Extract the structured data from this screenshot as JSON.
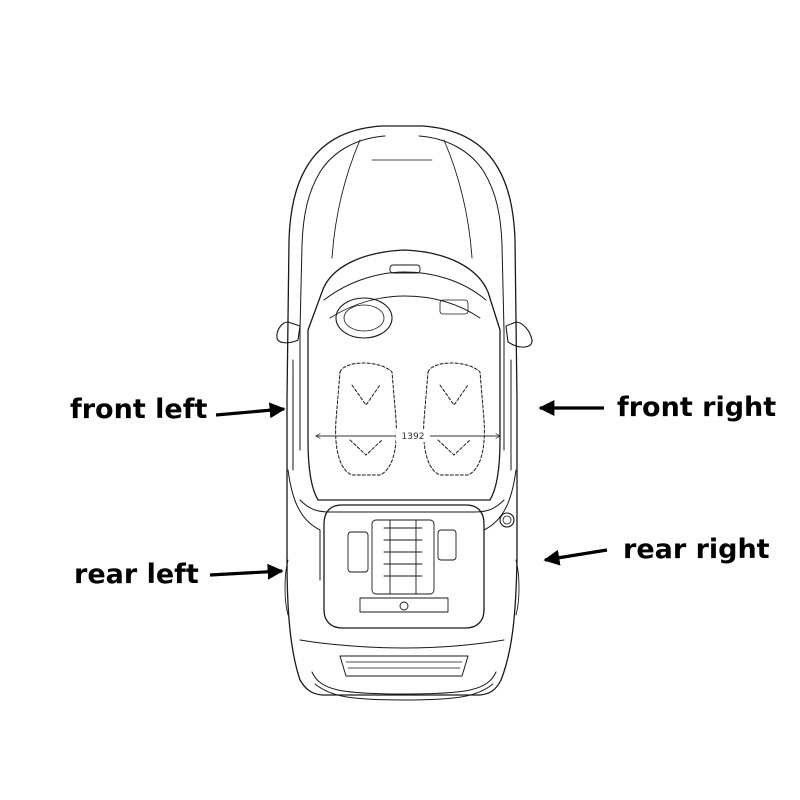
{
  "labels": {
    "front_left": "front left",
    "front_right": "front right",
    "rear_left": "rear left",
    "rear_right": "rear right"
  },
  "dimension": {
    "track_width": "1392"
  },
  "colors": {
    "line": "#1a1a1a",
    "arrow": "#000000",
    "background": "#ffffff"
  }
}
